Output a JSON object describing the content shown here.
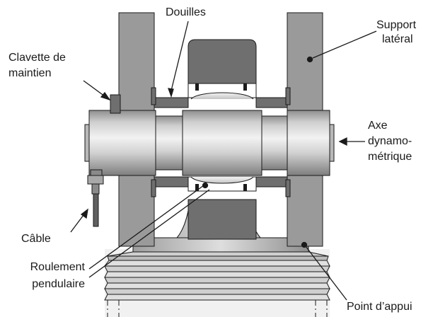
{
  "labels": {
    "douilles": "Douilles",
    "support": [
      "Support",
      "latéral"
    ],
    "clavette": [
      "Clavette de",
      "maintien"
    ],
    "axe": [
      "Axe",
      "dynamo-",
      "métrique"
    ],
    "cable": "Câble",
    "roulement": [
      "Roulement",
      "pendulaire"
    ],
    "point_appui": "Point d’appui"
  },
  "colors": {
    "outline": "#1a1a1a",
    "support_gray": "#9a9a9a",
    "dark_part": "#6f6f6f",
    "shaft_light": "#e2e2e2",
    "shaft_mid": "#b8b8b8"
  }
}
